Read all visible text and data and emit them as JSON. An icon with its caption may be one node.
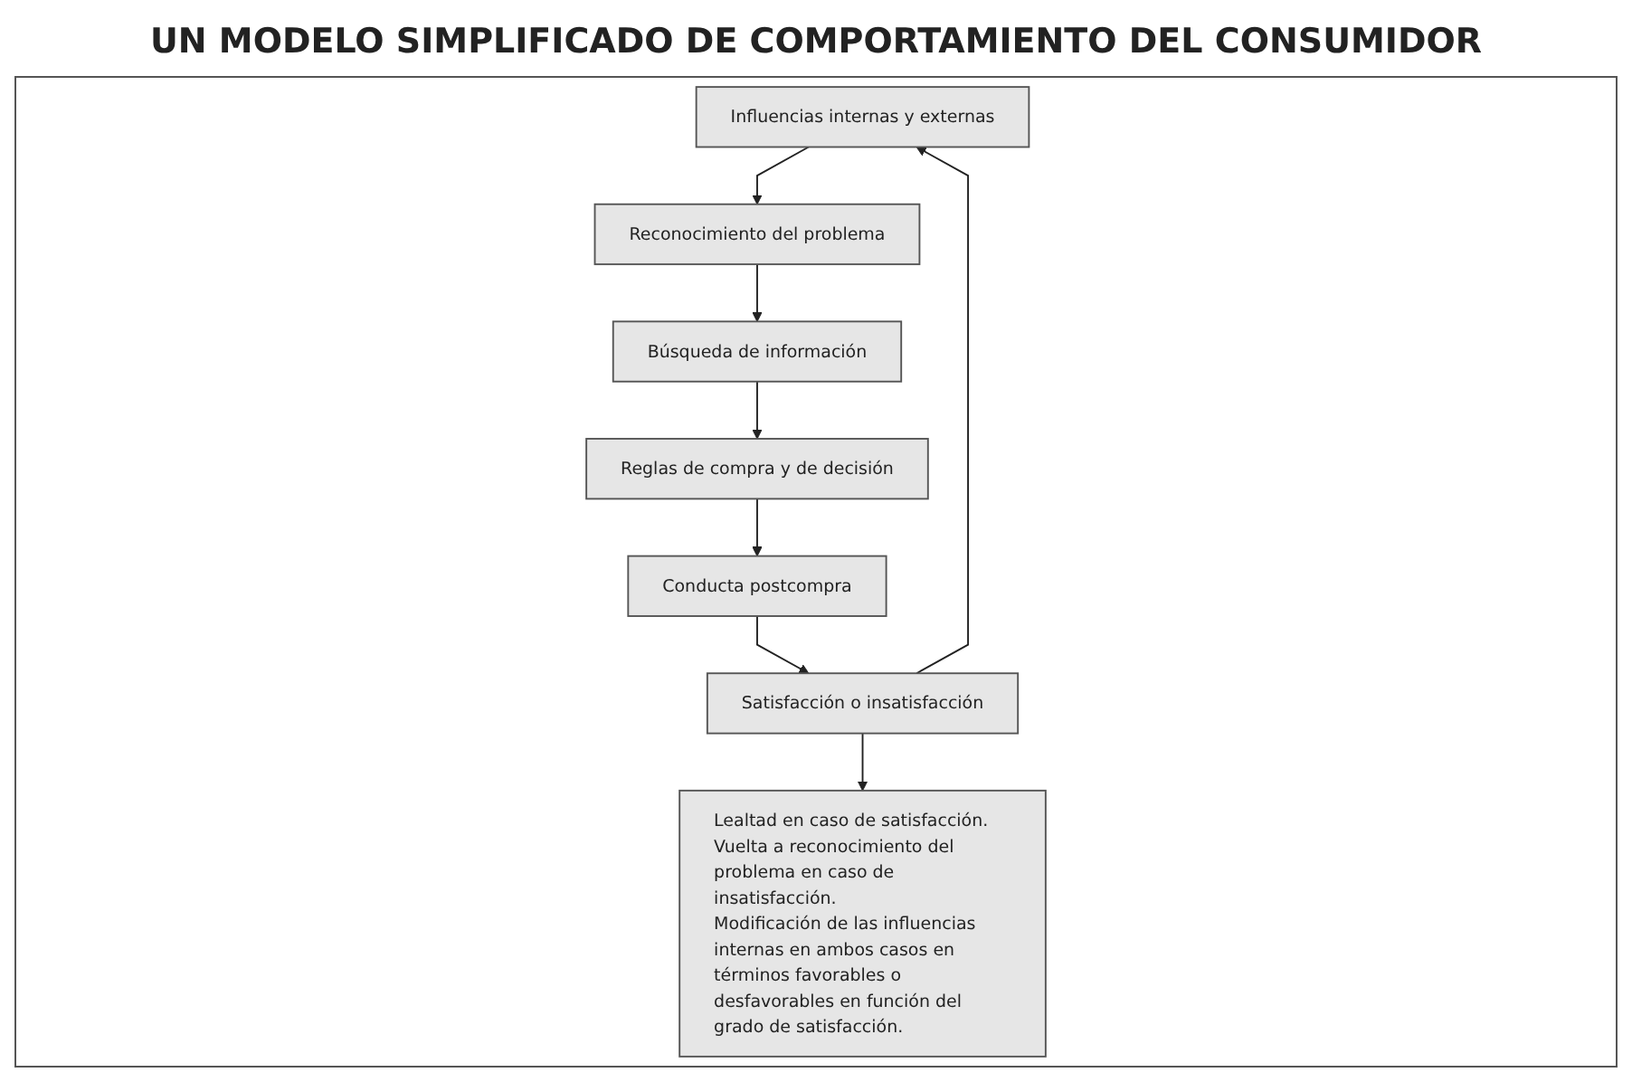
{
  "diagram": {
    "title": "UN MODELO SIMPLIFICADO DE COMPORTAMIENTO DEL CONSUMIDOR",
    "nodes": [
      {
        "text": [
          "Influencias internas y externas"
        ]
      },
      {
        "text": [
          "Reconocimiento del problema"
        ]
      },
      {
        "text": [
          "Búsqueda de información"
        ]
      },
      {
        "text": [
          "Reglas de compra y de decisión"
        ]
      },
      {
        "text": [
          "Conducta postcompra"
        ]
      },
      {
        "text": [
          "Satisfacción o insatisfacción"
        ]
      },
      {
        "text": [
          "Lealtad en caso de satisfacción.",
          "Vuelta a reconocimiento del problema en caso de insatisfacción.",
          "Modificación de las influencias internas en ambos casos en términos favorables o desfavorables en función del grado de satisfacción."
        ]
      }
    ],
    "edges": [
      {
        "from": 0,
        "to": 1,
        "arrow": "to"
      },
      {
        "from": 1,
        "to": 2,
        "arrow": "to"
      },
      {
        "from": 2,
        "to": 3,
        "arrow": "to"
      },
      {
        "from": 3,
        "to": 4,
        "arrow": "to"
      },
      {
        "from": 4,
        "to": 5,
        "arrow": "to"
      },
      {
        "from": 5,
        "to": 6,
        "arrow": "to"
      },
      {
        "from": 5,
        "to": 0,
        "arrow": "to"
      }
    ]
  }
}
